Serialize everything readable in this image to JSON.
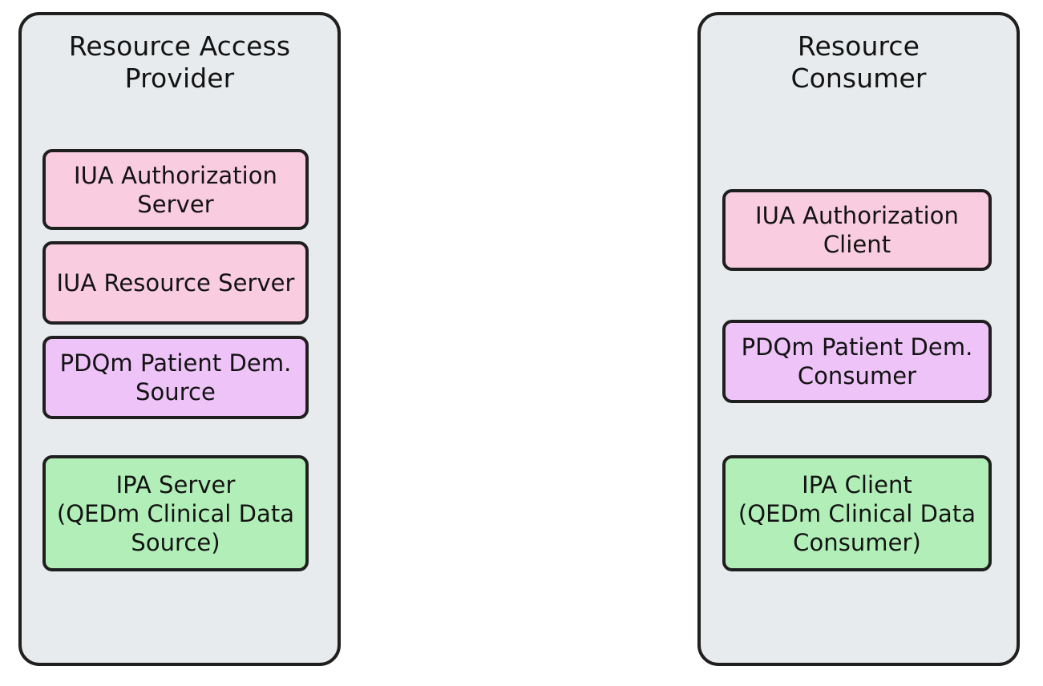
{
  "diagram": {
    "type": "actor-grouping-diagram",
    "background_color": "#ffffff",
    "groups": [
      {
        "id": "resource-access-provider",
        "title": "Resource Access\nProvider",
        "fill_color": "#e8ebed",
        "border_color": "#1f1f1f",
        "nodes": [
          {
            "id": "iua-authorization-server",
            "label": "IUA Authorization\nServer",
            "color_name": "pink",
            "fill_color": "#f9cce0"
          },
          {
            "id": "iua-resource-server",
            "label": "IUA Resource Server",
            "color_name": "pink",
            "fill_color": "#f9cce0"
          },
          {
            "id": "pdqm-patient-dem-source",
            "label": "PDQm Patient Dem.\nSource",
            "color_name": "purple",
            "fill_color": "#eec3f8"
          },
          {
            "id": "ipa-server",
            "label": "IPA Server\n(QEDm Clinical Data\nSource)",
            "color_name": "green",
            "fill_color": "#b2efb8"
          }
        ]
      },
      {
        "id": "resource-consumer",
        "title": "Resource\nConsumer",
        "fill_color": "#e8ebed",
        "border_color": "#1f1f1f",
        "nodes": [
          {
            "id": "iua-authorization-client",
            "label": "IUA Authorization\nClient",
            "color_name": "pink",
            "fill_color": "#f9cce0"
          },
          {
            "id": "pdqm-patient-dem-consumer",
            "label": "PDQm Patient Dem.\nConsumer",
            "color_name": "purple",
            "fill_color": "#eec3f8"
          },
          {
            "id": "ipa-client",
            "label": "IPA Client\n(QEDm Clinical Data\nConsumer)",
            "color_name": "green",
            "fill_color": "#b2efb8"
          }
        ]
      }
    ]
  }
}
